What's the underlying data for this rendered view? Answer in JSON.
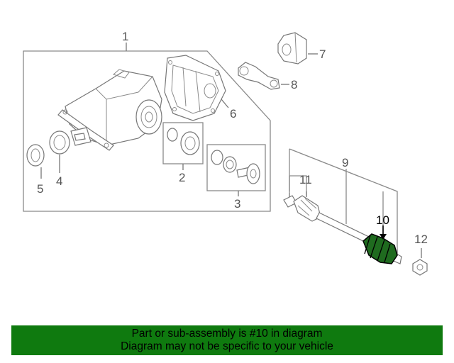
{
  "callouts": {
    "c1": "1",
    "c2": "2",
    "c3": "3",
    "c4": "4",
    "c5": "5",
    "c6": "6",
    "c7": "7",
    "c8": "8",
    "c9": "9",
    "c10": "10",
    "c11": "11",
    "c12": "12"
  },
  "highlighted_part": "10",
  "colors": {
    "banner_bg": "#0f7a0f",
    "highlight_part": "#1f6b1f",
    "linework": "#777777"
  },
  "banner": {
    "line1": "Part or sub-assembly is #10 in diagram",
    "line2": "Diagram may not be specific to your vehicle"
  }
}
